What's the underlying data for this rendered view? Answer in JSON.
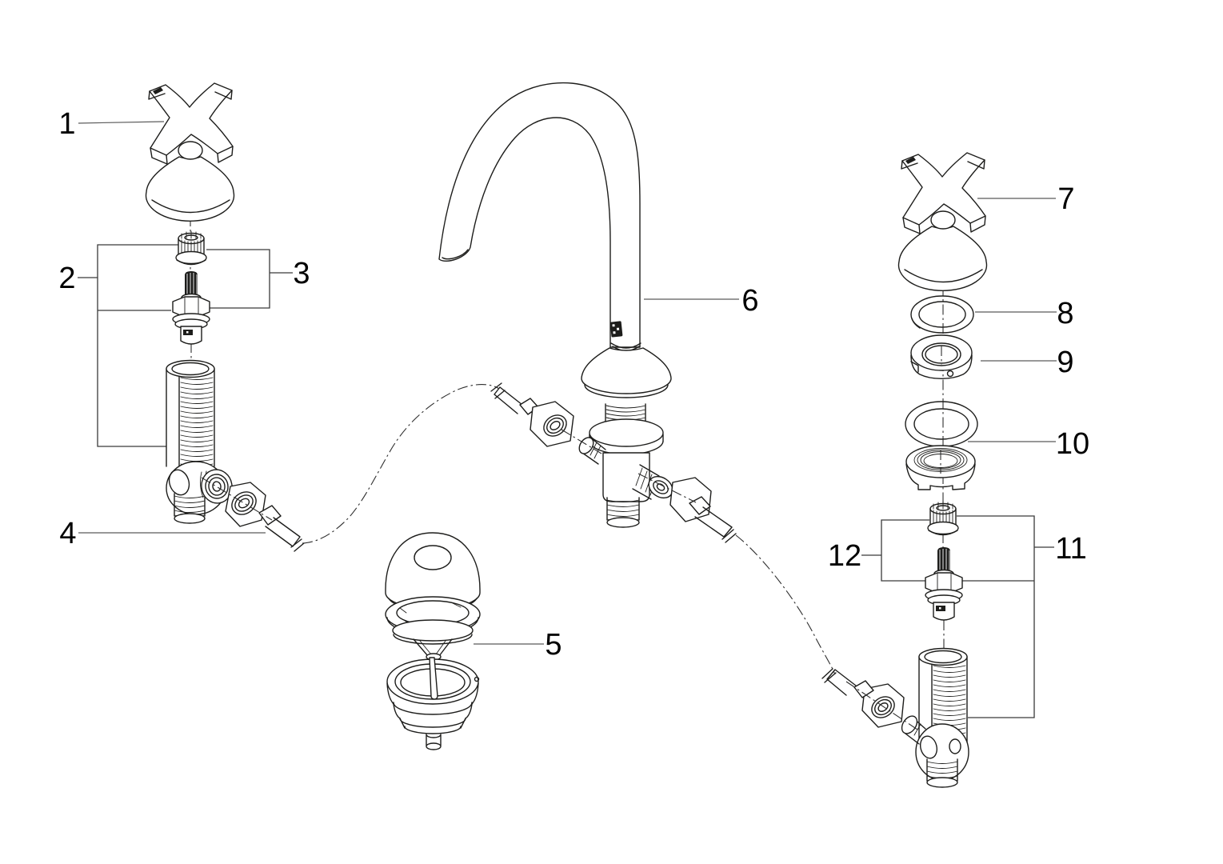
{
  "figure": {
    "background": "#ffffff",
    "line_color": "#1d1d1b",
    "leader_color": "#5a5a5a",
    "label_color": "#000000",
    "callouts": [
      {
        "number": "1"
      },
      {
        "number": "2"
      },
      {
        "number": "3"
      },
      {
        "number": "4"
      },
      {
        "number": "5"
      },
      {
        "number": "6"
      },
      {
        "number": "7"
      },
      {
        "number": "8"
      },
      {
        "number": "9"
      },
      {
        "number": "10"
      },
      {
        "number": "11"
      },
      {
        "number": "12"
      }
    ]
  }
}
